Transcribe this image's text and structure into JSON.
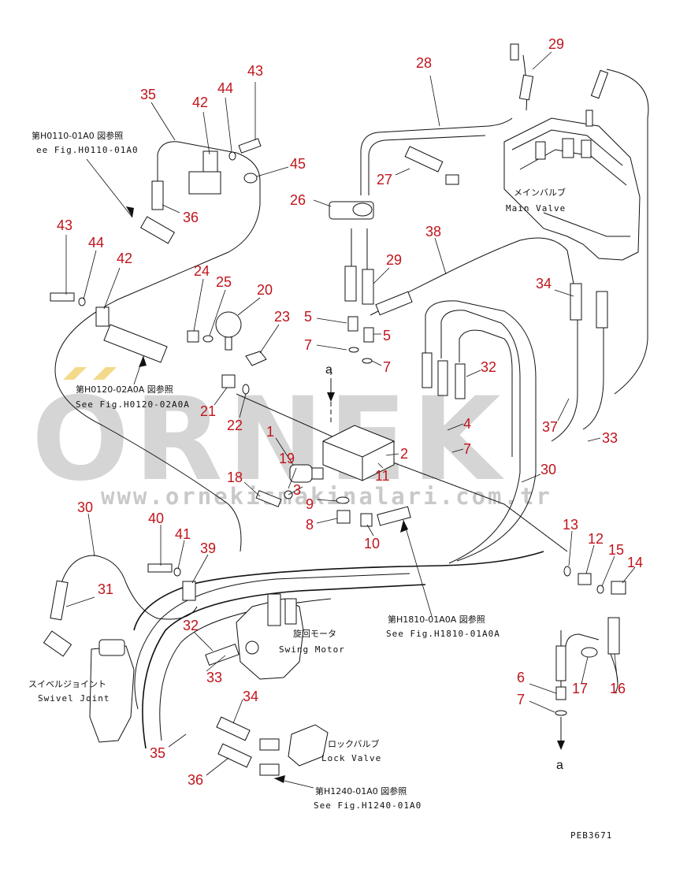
{
  "watermark": {
    "brand": "ORNEK",
    "url": "www.ornekismakinalari.com.tr"
  },
  "callouts": [
    {
      "id": "c-29a",
      "text": "29"
    },
    {
      "id": "c-28",
      "text": "28"
    },
    {
      "id": "c-35a",
      "text": "35"
    },
    {
      "id": "c-42a",
      "text": "42"
    },
    {
      "id": "c-44a",
      "text": "44"
    },
    {
      "id": "c-43a",
      "text": "43"
    },
    {
      "id": "c-45",
      "text": "45"
    },
    {
      "id": "c-27",
      "text": "27"
    },
    {
      "id": "c-26",
      "text": "26"
    },
    {
      "id": "c-36a",
      "text": "36"
    },
    {
      "id": "c-43b",
      "text": "43"
    },
    {
      "id": "c-44b",
      "text": "44"
    },
    {
      "id": "c-42b",
      "text": "42"
    },
    {
      "id": "c-38",
      "text": "38"
    },
    {
      "id": "c-29b",
      "text": "29"
    },
    {
      "id": "c-24",
      "text": "24"
    },
    {
      "id": "c-25",
      "text": "25"
    },
    {
      "id": "c-20",
      "text": "20"
    },
    {
      "id": "c-34a",
      "text": "34"
    },
    {
      "id": "c-23",
      "text": "23"
    },
    {
      "id": "c-5a",
      "text": "5"
    },
    {
      "id": "c-7a",
      "text": "7"
    },
    {
      "id": "c-5b",
      "text": "5"
    },
    {
      "id": "c-7b",
      "text": "7"
    },
    {
      "id": "c-32a",
      "text": "32"
    },
    {
      "id": "c-21",
      "text": "21"
    },
    {
      "id": "c-22",
      "text": "22"
    },
    {
      "id": "c-1",
      "text": "1"
    },
    {
      "id": "c-4",
      "text": "4"
    },
    {
      "id": "c-37",
      "text": "37"
    },
    {
      "id": "c-33a",
      "text": "33"
    },
    {
      "id": "c-2",
      "text": "2"
    },
    {
      "id": "c-7c",
      "text": "7"
    },
    {
      "id": "c-19",
      "text": "19"
    },
    {
      "id": "c-30a",
      "text": "30"
    },
    {
      "id": "c-18",
      "text": "18"
    },
    {
      "id": "c-3",
      "text": "3"
    },
    {
      "id": "c-11",
      "text": "11"
    },
    {
      "id": "c-9",
      "text": "9"
    },
    {
      "id": "c-8",
      "text": "8"
    },
    {
      "id": "c-30b",
      "text": "30"
    },
    {
      "id": "c-40",
      "text": "40"
    },
    {
      "id": "c-10",
      "text": "10"
    },
    {
      "id": "c-13",
      "text": "13"
    },
    {
      "id": "c-41",
      "text": "41"
    },
    {
      "id": "c-12",
      "text": "12"
    },
    {
      "id": "c-39",
      "text": "39"
    },
    {
      "id": "c-15",
      "text": "15"
    },
    {
      "id": "c-14",
      "text": "14"
    },
    {
      "id": "c-31",
      "text": "31"
    },
    {
      "id": "c-32b",
      "text": "32"
    },
    {
      "id": "c-33b",
      "text": "33"
    },
    {
      "id": "c-6",
      "text": "6"
    },
    {
      "id": "c-17",
      "text": "17"
    },
    {
      "id": "c-16",
      "text": "16"
    },
    {
      "id": "c-7d",
      "text": "7"
    },
    {
      "id": "c-34b",
      "text": "34"
    },
    {
      "id": "c-35b",
      "text": "35"
    },
    {
      "id": "c-36b",
      "text": "36"
    }
  ],
  "refs": {
    "h0110": {
      "jp": "第H0110-01A0 図参照",
      "en": "ee Fig.H0110-01A0"
    },
    "h0120": {
      "jp": "第H0120-02A0A 図参照",
      "en": "See Fig.H0120-02A0A"
    },
    "h1810": {
      "jp": "第H1810-01A0A 図参照",
      "en": "See Fig.H1810-01A0A"
    },
    "h1240": {
      "jp": "第H1240-01A0 図参照",
      "en": "See Fig.H1240-01A0"
    }
  },
  "components": {
    "main_valve": {
      "jp": "メインバルブ",
      "en": "Main Valve"
    },
    "swing_motor": {
      "jp": "旋回モータ",
      "en": "Swing Motor"
    },
    "swivel_joint": {
      "jp": "スイベルジョイント",
      "en": "Swivel Joint"
    },
    "lock_valve": {
      "jp": "ロックバルブ",
      "en": "Lock Valve"
    }
  },
  "markers": {
    "top": "a",
    "bottom": "a"
  },
  "figure_code": "PEB3671"
}
